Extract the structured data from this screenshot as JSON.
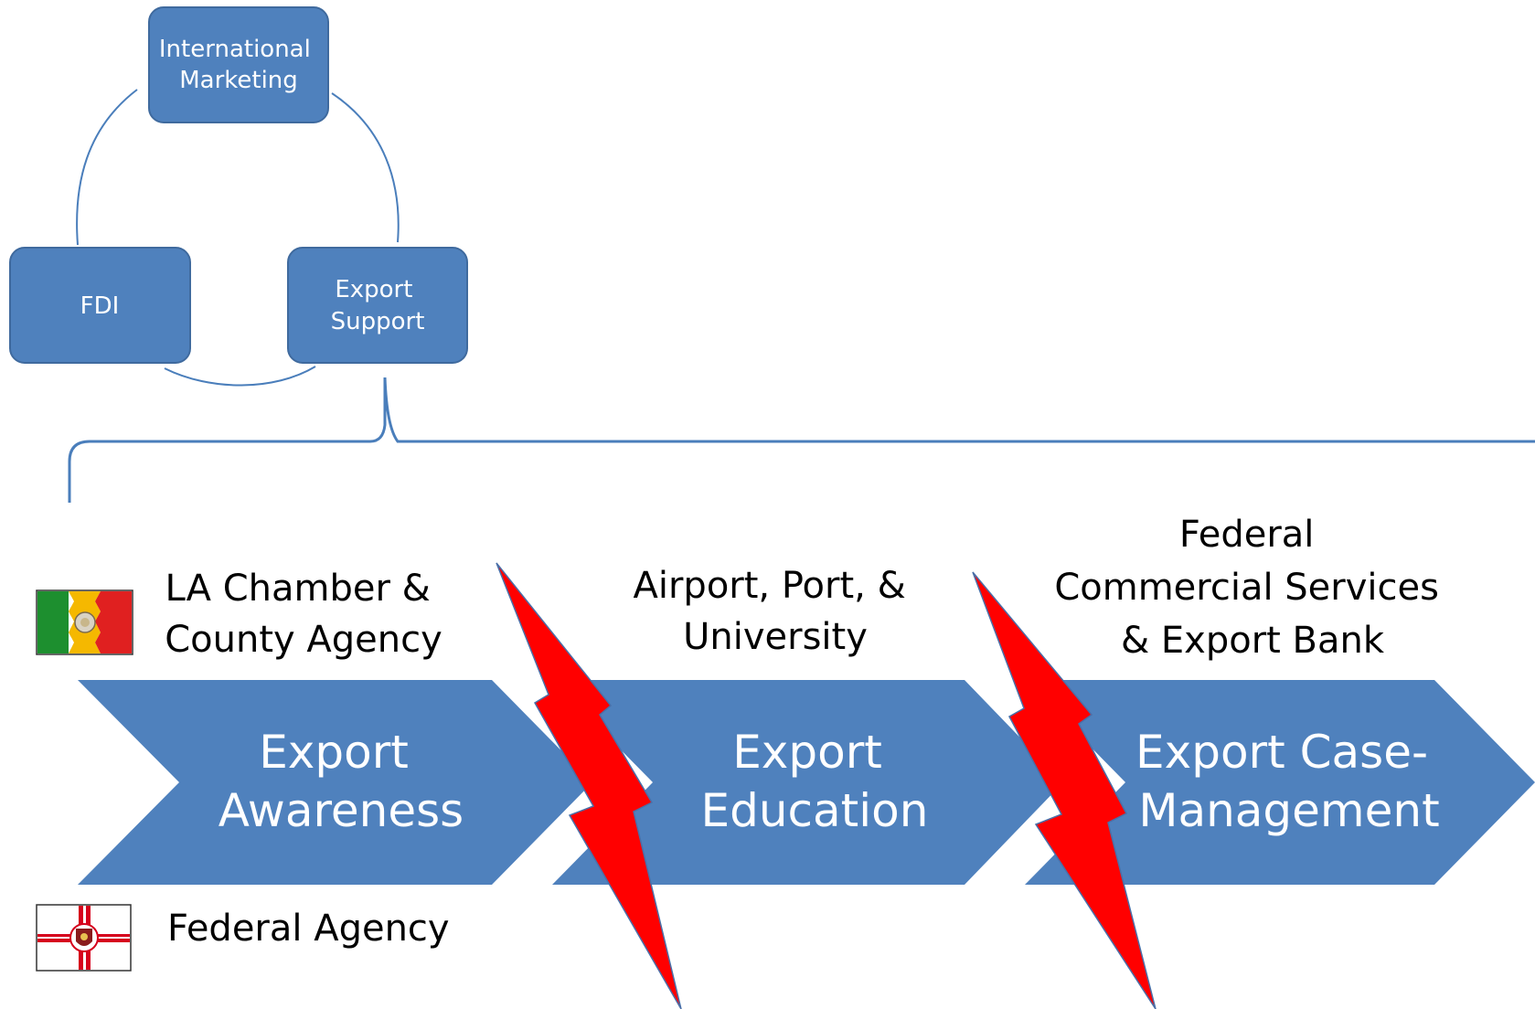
{
  "cycle": {
    "nodes": [
      {
        "lines": [
          "International",
          "Marketing"
        ]
      },
      {
        "lines": [
          "FDI"
        ]
      },
      {
        "lines": [
          "Export",
          "Support"
        ]
      }
    ]
  },
  "stages": [
    {
      "lines": [
        "Export",
        "Awareness"
      ],
      "above": [
        "LA Chamber &",
        "County Agency"
      ]
    },
    {
      "lines": [
        "Export",
        "Education"
      ],
      "above": [
        "Airport, Port, &",
        "University"
      ]
    },
    {
      "lines": [
        "Export Case-",
        "Management"
      ],
      "above": [
        "Federal",
        "Commercial Services",
        "& Export Bank"
      ]
    }
  ],
  "legend": {
    "federal_label": "Federal Agency"
  },
  "colors": {
    "node_fill": "#4f81bd",
    "node_stroke": "#3f6a9e",
    "connector": "#4a7ebb",
    "chevron": "#4f81bd",
    "bolt": "#ff0000",
    "flag_green": "#1d8f2f",
    "flag_yellow": "#f5b800",
    "flag_red": "#e02020",
    "flag2_red": "#d6001c"
  }
}
